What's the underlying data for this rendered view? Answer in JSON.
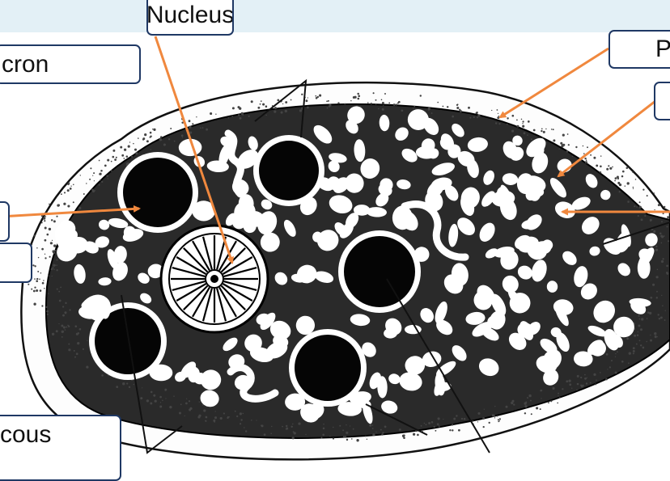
{
  "colors": {
    "label_border": "#1f3864",
    "arrow": "#f0883e",
    "pointer_line": "#111111",
    "cell_ink": "#000000",
    "top_band": "#e3f0f6"
  },
  "labels": {
    "nucleus": "Nucleus",
    "micron": "cron",
    "right_top": "P",
    "right_second": "",
    "left_mid": "",
    "left_lower": "",
    "bottom_left": "cous"
  }
}
